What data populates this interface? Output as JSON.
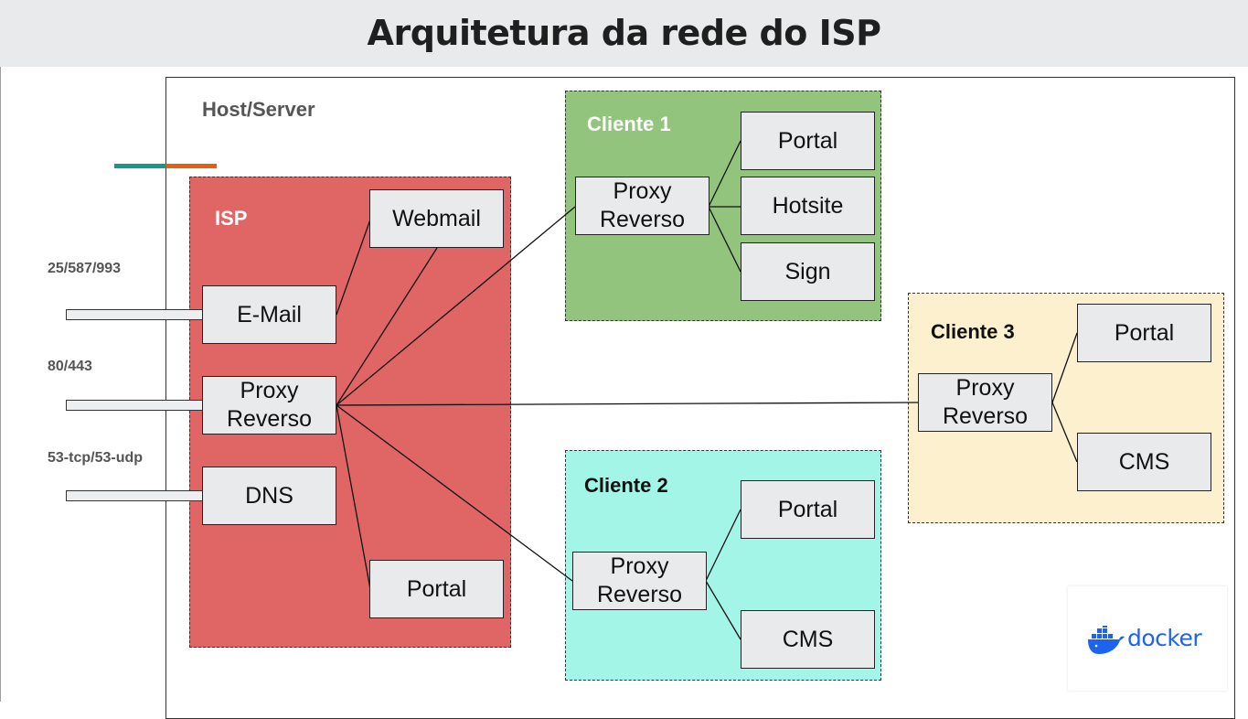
{
  "title": "Arquitetura da rede do ISP",
  "host": {
    "label": "Host/Server"
  },
  "ports": {
    "email": "25/587/993",
    "web": "80/443",
    "dns": "53-tcp/53-udp"
  },
  "groups": {
    "isp": {
      "label": "ISP",
      "color": "#e06666",
      "nodes": {
        "webmail": "Webmail",
        "email": "E-Mail",
        "proxy": "Proxy\nReverso",
        "dns": "DNS",
        "portal": "Portal"
      }
    },
    "cliente1": {
      "label": "Cliente 1",
      "color": "#93c47d",
      "nodes": {
        "proxy": "Proxy\nReverso",
        "portal": "Portal",
        "hotsite": "Hotsite",
        "sign": "Sign"
      }
    },
    "cliente2": {
      "label": "Cliente 2",
      "color": "#a3f5e8",
      "nodes": {
        "proxy": "Proxy\nReverso",
        "portal": "Portal",
        "cms": "CMS"
      }
    },
    "cliente3": {
      "label": "Cliente 3",
      "color": "#fdf0cf",
      "nodes": {
        "proxy": "Proxy\nReverso",
        "portal": "Portal",
        "cms": "CMS"
      }
    }
  },
  "colors": {
    "accent_teal": "#18988b",
    "accent_orange": "#e65e13",
    "docker_blue": "#1d63ed"
  },
  "logo": {
    "text": "docker",
    "icon": "docker-whale-icon"
  }
}
